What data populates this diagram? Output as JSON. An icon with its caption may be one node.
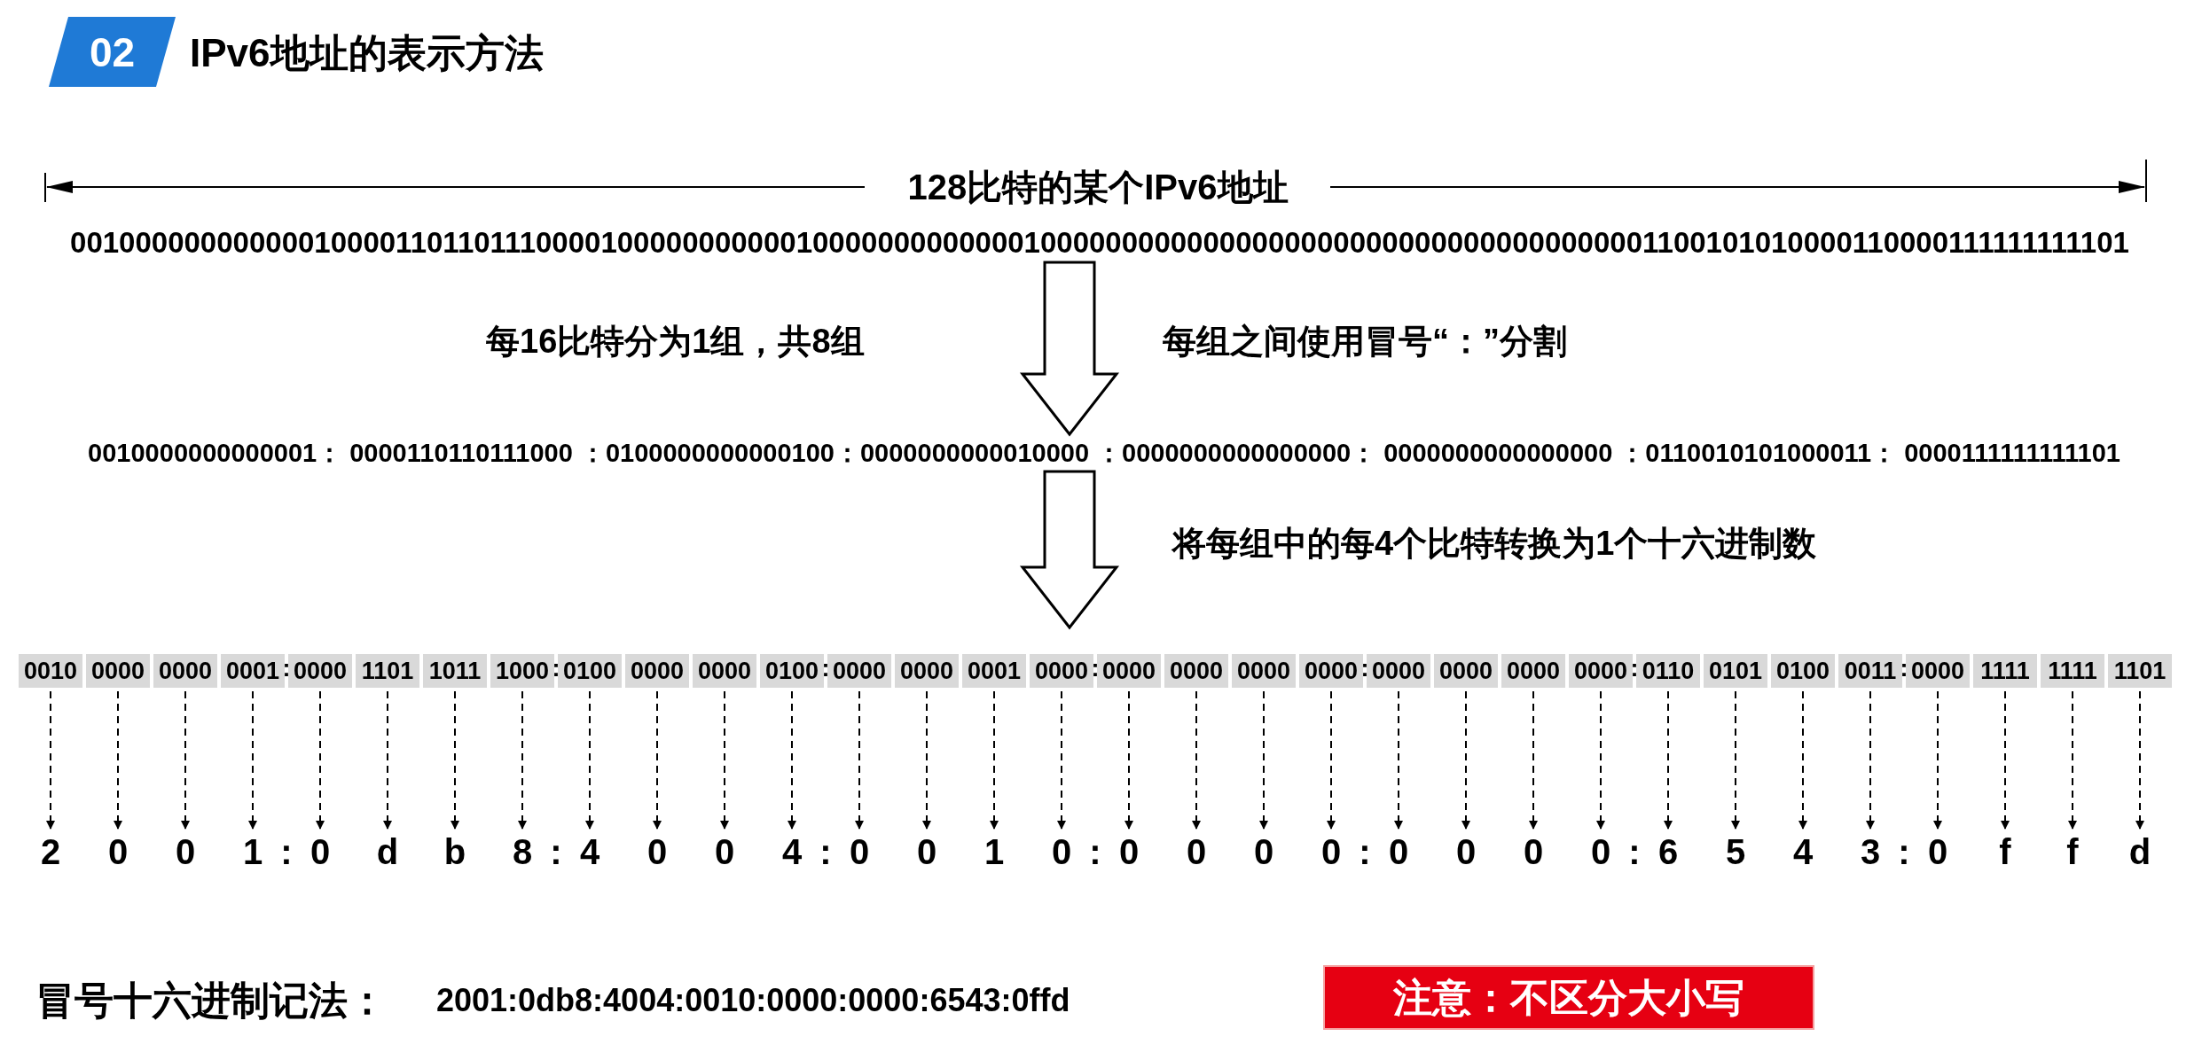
{
  "diagram": {
    "title": "IPv6地址的表示方法",
    "nodes": [
      {
        "text": [
          "02"
        ]
      },
      {
        "text": [
          "00100000000000010000110110111000010000000000010000000000000100000000000000000000000000000000000001100101010000110000111111111101"
        ]
      },
      {
        "text": [
          "0010000000000001： 0000110110111000 ：0100000000000100：0000000000010000 ：0000000000000000： 0000000000000000 ：0110010101000011： 0000111111111101"
        ]
      },
      {
        "text": [
          "0010"
        ]
      },
      {
        "text": [
          "0000"
        ]
      },
      {
        "text": [
          "0000"
        ]
      },
      {
        "text": [
          "0001"
        ]
      },
      {
        "text": [
          "0000"
        ]
      },
      {
        "text": [
          "1101"
        ]
      },
      {
        "text": [
          "1011"
        ]
      },
      {
        "text": [
          "1000"
        ]
      },
      {
        "text": [
          "0100"
        ]
      },
      {
        "text": [
          "0000"
        ]
      },
      {
        "text": [
          "0000"
        ]
      },
      {
        "text": [
          "0100"
        ]
      },
      {
        "text": [
          "0000"
        ]
      },
      {
        "text": [
          "0000"
        ]
      },
      {
        "text": [
          "0001"
        ]
      },
      {
        "text": [
          "0000"
        ]
      },
      {
        "text": [
          "0000"
        ]
      },
      {
        "text": [
          "0000"
        ]
      },
      {
        "text": [
          "0000"
        ]
      },
      {
        "text": [
          "0000"
        ]
      },
      {
        "text": [
          "0000"
        ]
      },
      {
        "text": [
          "0000"
        ]
      },
      {
        "text": [
          "0000"
        ]
      },
      {
        "text": [
          "0000"
        ]
      },
      {
        "text": [
          "0110"
        ]
      },
      {
        "text": [
          "0101"
        ]
      },
      {
        "text": [
          "0100"
        ]
      },
      {
        "text": [
          "0011"
        ]
      },
      {
        "text": [
          "0000"
        ]
      },
      {
        "text": [
          "1111"
        ]
      },
      {
        "text": [
          "1111"
        ]
      },
      {
        "text": [
          "1101"
        ]
      },
      {
        "text": [
          "2"
        ]
      },
      {
        "text": [
          "0"
        ]
      },
      {
        "text": [
          "0"
        ]
      },
      {
        "text": [
          "1"
        ]
      },
      {
        "text": [
          "0"
        ]
      },
      {
        "text": [
          "d"
        ]
      },
      {
        "text": [
          "b"
        ]
      },
      {
        "text": [
          "8"
        ]
      },
      {
        "text": [
          "4"
        ]
      },
      {
        "text": [
          "0"
        ]
      },
      {
        "text": [
          "0"
        ]
      },
      {
        "text": [
          "4"
        ]
      },
      {
        "text": [
          "0"
        ]
      },
      {
        "text": [
          "0"
        ]
      },
      {
        "text": [
          "1"
        ]
      },
      {
        "text": [
          "0"
        ]
      },
      {
        "text": [
          "0"
        ]
      },
      {
        "text": [
          "0"
        ]
      },
      {
        "text": [
          "0"
        ]
      },
      {
        "text": [
          "0"
        ]
      },
      {
        "text": [
          "0"
        ]
      },
      {
        "text": [
          "0"
        ]
      },
      {
        "text": [
          "0"
        ]
      },
      {
        "text": [
          "0"
        ]
      },
      {
        "text": [
          "6"
        ]
      },
      {
        "text": [
          "5"
        ]
      },
      {
        "text": [
          "4"
        ]
      },
      {
        "text": [
          "3"
        ]
      },
      {
        "text": [
          "0"
        ]
      },
      {
        "text": [
          "f"
        ]
      },
      {
        "text": [
          "f"
        ]
      },
      {
        "text": [
          "d"
        ]
      },
      {
        "text": [
          "注意：不区分大小写"
        ]
      }
    ],
    "edges": [
      {
        "from": 1,
        "to": 2,
        "arrow": "to",
        "style": "thick"
      },
      {
        "from": 2,
        "to": null,
        "arrow": "to",
        "style": "thick"
      },
      {
        "from": 3,
        "to": 35,
        "arrow": "to",
        "style": "dashed"
      },
      {
        "from": 4,
        "to": 36,
        "arrow": "to",
        "style": "dashed"
      },
      {
        "from": 5,
        "to": 37,
        "arrow": "to",
        "style": "dashed"
      },
      {
        "from": 6,
        "to": 38,
        "arrow": "to",
        "style": "dashed"
      },
      {
        "from": 7,
        "to": 39,
        "arrow": "to",
        "style": "dashed"
      },
      {
        "from": 8,
        "to": 40,
        "arrow": "to",
        "style": "dashed"
      },
      {
        "from": 9,
        "to": 41,
        "arrow": "to",
        "style": "dashed"
      },
      {
        "from": 10,
        "to": 42,
        "arrow": "to",
        "style": "dashed"
      },
      {
        "from": 11,
        "to": 43,
        "arrow": "to",
        "style": "dashed"
      },
      {
        "from": 12,
        "to": 44,
        "arrow": "to",
        "style": "dashed"
      },
      {
        "from": 13,
        "to": 45,
        "arrow": "to",
        "style": "dashed"
      },
      {
        "from": 14,
        "to": 46,
        "arrow": "to",
        "style": "dashed"
      },
      {
        "from": 15,
        "to": 47,
        "arrow": "to",
        "style": "dashed"
      },
      {
        "from": 16,
        "to": 48,
        "arrow": "to",
        "style": "dashed"
      },
      {
        "from": 17,
        "to": 49,
        "arrow": "to",
        "style": "dashed"
      },
      {
        "from": 18,
        "to": 50,
        "arrow": "to",
        "style": "dashed"
      },
      {
        "from": 19,
        "to": 51,
        "arrow": "to",
        "style": "dashed"
      },
      {
        "from": 20,
        "to": 52,
        "arrow": "to",
        "style": "dashed"
      },
      {
        "from": 21,
        "to": 53,
        "arrow": "to",
        "style": "dashed"
      },
      {
        "from": 22,
        "to": 54,
        "arrow": "to",
        "style": "dashed"
      },
      {
        "from": 23,
        "to": 55,
        "arrow": "to",
        "style": "dashed"
      },
      {
        "from": 24,
        "to": 56,
        "arrow": "to",
        "style": "dashed"
      },
      {
        "from": 25,
        "to": 57,
        "arrow": "to",
        "style": "dashed"
      },
      {
        "from": 26,
        "to": 58,
        "arrow": "to",
        "style": "dashed"
      },
      {
        "from": 27,
        "to": 59,
        "arrow": "to",
        "style": "dashed"
      },
      {
        "from": 28,
        "to": 60,
        "arrow": "to",
        "style": "dashed"
      },
      {
        "from": 29,
        "to": 61,
        "arrow": "to",
        "style": "dashed"
      },
      {
        "from": 30,
        "to": 62,
        "arrow": "to",
        "style": "dashed"
      },
      {
        "from": 31,
        "to": 63,
        "arrow": "to",
        "style": "dashed"
      },
      {
        "from": 32,
        "to": 64,
        "arrow": "to",
        "style": "dashed"
      },
      {
        "from": 33,
        "to": 65,
        "arrow": "to",
        "style": "dashed"
      },
      {
        "from": 34,
        "to": 66,
        "arrow": "to",
        "style": "dashed"
      }
    ],
    "labels": [
      "128比特的某个IPv6地址",
      "每16比特分为1组，共8组",
      "每组之间使用冒号“：”分割",
      "将每组中的每4个比特转换为1个十六进制数",
      ":",
      ":",
      ":",
      ":",
      ":",
      ":",
      ":",
      ":",
      ":",
      ":",
      ":",
      ":",
      ":",
      ":",
      "冒号十六进制记法：",
      "2001:0db8:4004:0010:0000:0000:6543:0ffd"
    ]
  }
}
